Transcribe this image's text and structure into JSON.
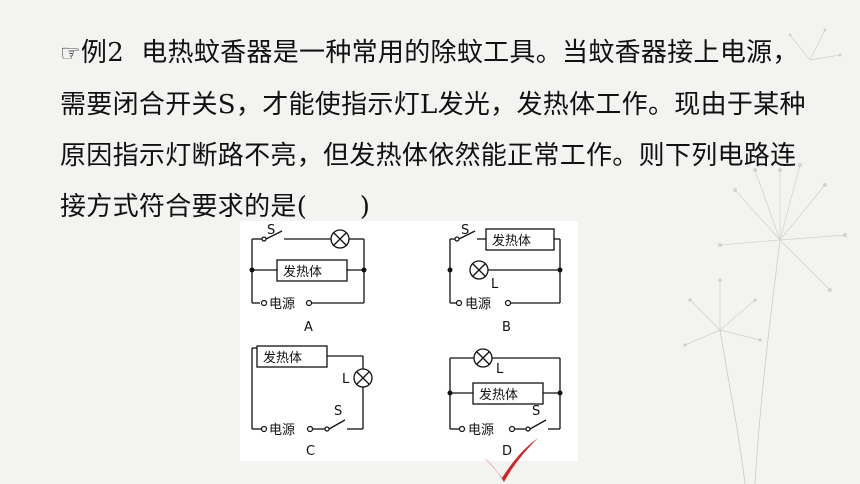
{
  "question": {
    "marker": "☞",
    "label": "例2",
    "line1": "电热蚊香器是一种常用的除蚊工具。当蚊香器接上电源，",
    "line2": "需要闭合开关S，才能使指示灯L发光，发热体工作。现由于某种",
    "line3": "原因指示灯断路不亮，但发热体依然能正常工作。则下列电路连",
    "line4": "接方式符合要求的是(　　)"
  },
  "figure": {
    "heater_label": "发热体",
    "power_label": "电源",
    "switch_label": "S",
    "lamp_label": "L",
    "options": [
      "A",
      "B",
      "C",
      "D"
    ]
  },
  "answer": {
    "correct_option": "D",
    "mark_color": "#d0222a"
  }
}
